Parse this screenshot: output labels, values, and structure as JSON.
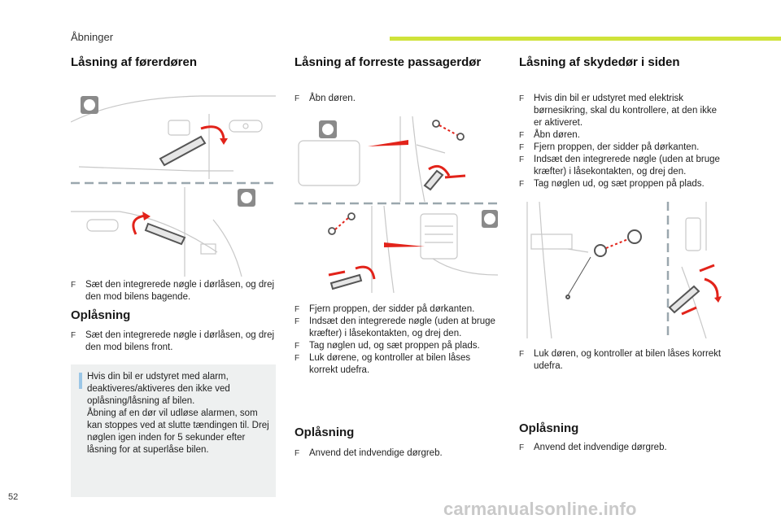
{
  "header": {
    "section": "Åbninger"
  },
  "page_number": "52",
  "watermark": "carmanualsonline.info",
  "bullet_glyph": "F",
  "col1": {
    "title": "Låsning af førerdøren",
    "bullets": [
      "Sæt den integrerede nøgle i dørlåsen, og drej den mod bilens bagende."
    ],
    "unlock_title": "Oplåsning",
    "unlock_bullets": [
      "Sæt den integrerede nøgle i dørlåsen, og drej den mod bilens front."
    ],
    "info": "Hvis din bil er udstyret med alarm, deaktiveres/aktiveres den ikke ved oplåsning/låsning af bilen.\nÅbning af en dør vil udløse alarmen, som kan stoppes ved at slutte tændingen til. Drej nøglen igen inden for 5 sekunder efter låsning for at superlåse bilen."
  },
  "col2": {
    "title": "Låsning af forreste passagerdør",
    "intro_bullets": [
      "Åbn døren."
    ],
    "bullets": [
      "Fjern proppen, der sidder på dørkanten.",
      "Indsæt den integrerede nøgle (uden at bruge kræfter) i låsekontakten, og drej den.",
      "Tag nøglen ud, og sæt proppen på plads.",
      "Luk dørene, og kontroller at bilen låses korrekt udefra."
    ],
    "unlock_title": "Oplåsning",
    "unlock_bullets": [
      "Anvend det indvendige dørgreb."
    ]
  },
  "col3": {
    "title": "Låsning af skydedør i siden",
    "bullets": [
      "Hvis din bil er udstyret med elektrisk børnesikring, skal du kontrollere, at den ikke er aktiveret.",
      "Åbn døren.",
      "Fjern proppen, der sidder på dørkanten.",
      "Indsæt den integrerede nøgle (uden at bruge kræfter) i låsekontakten, og drej den.",
      "Tag nøglen ud, og sæt proppen på plads."
    ],
    "after_bullets": [
      "Luk døren, og kontroller at bilen låses korrekt udefra."
    ],
    "unlock_title": "Oplåsning",
    "unlock_bullets": [
      "Anvend det indvendige dørgreb."
    ]
  },
  "colors": {
    "accent_green": "#cfe33a",
    "arrow_red": "#e2231a",
    "info_bar": "#9bc6e6"
  }
}
